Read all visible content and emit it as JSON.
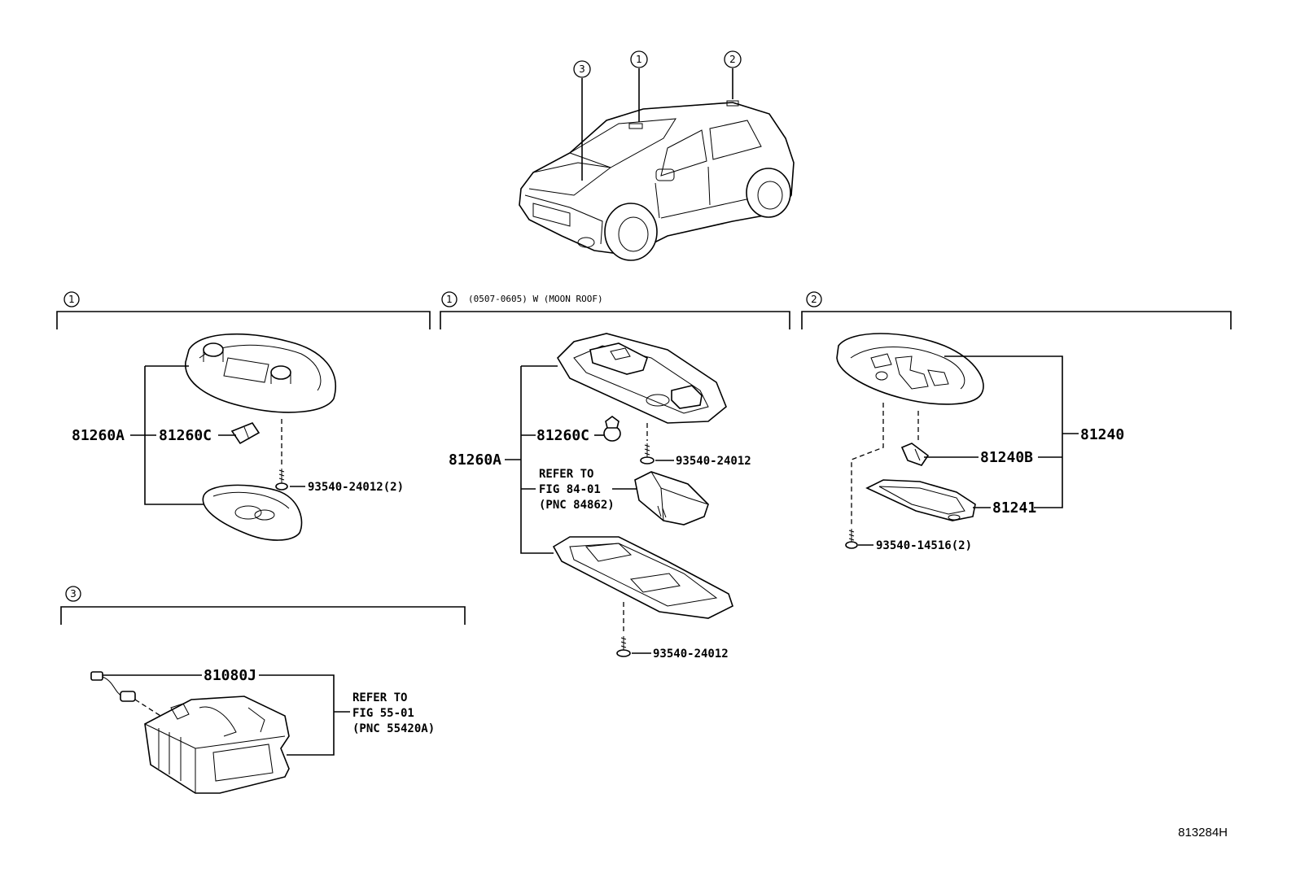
{
  "diagram": {
    "reference_code": "813284H",
    "car_callouts": [
      "3",
      "1",
      "2"
    ],
    "sections": [
      {
        "id": "section-1a",
        "marker": "1",
        "note": "",
        "labels": {
          "assembly": "81260A",
          "bulb": "81260C",
          "screw": "93540-24012(2)"
        }
      },
      {
        "id": "section-1b",
        "marker": "1",
        "note": "(0507-0605) W (MOON ROOF)",
        "labels": {
          "assembly": "81260A",
          "bulb": "81260C",
          "screw_top": "93540-24012",
          "refer_line1": "REFER TO",
          "refer_line2": "FIG 84-01",
          "refer_line3": "(PNC 84862)",
          "screw_bottom": "93540-24012"
        }
      },
      {
        "id": "section-2",
        "marker": "2",
        "note": "",
        "labels": {
          "assembly": "81240",
          "bulb": "81240B",
          "lens": "81241",
          "screw": "93540-14516(2)"
        }
      },
      {
        "id": "section-3",
        "marker": "3",
        "note": "",
        "labels": {
          "lamp": "81080J",
          "refer_line1": "REFER TO",
          "refer_line2": "FIG 55-01",
          "refer_line3": "(PNC 55420A)"
        }
      }
    ]
  }
}
